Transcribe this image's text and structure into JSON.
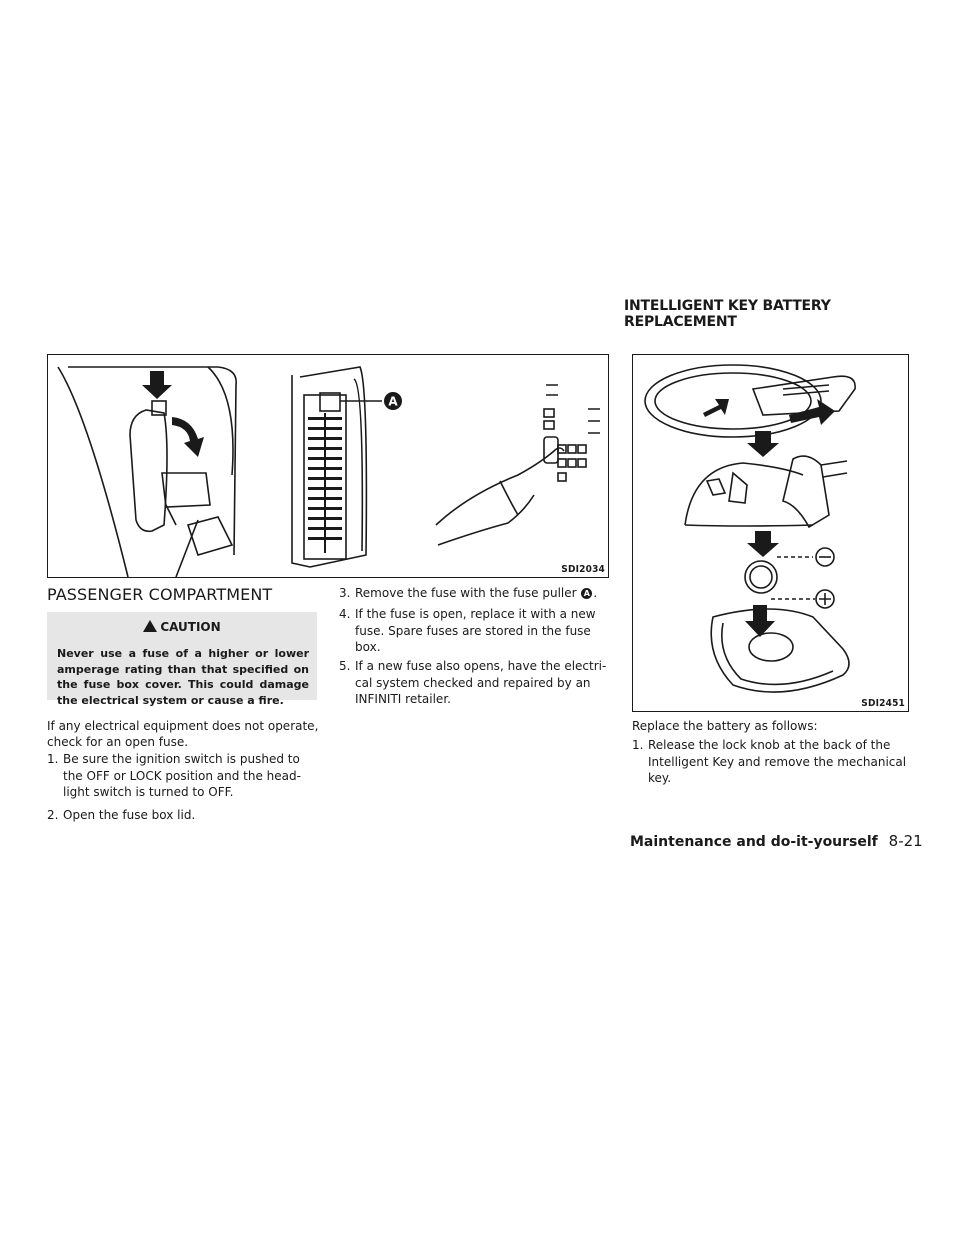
{
  "page": {
    "section_title": "INTELLIGENT KEY BATTERY REPLACEMENT",
    "footer_chapter": "Maintenance and do-it-yourself",
    "footer_page": "8-21"
  },
  "figures": {
    "fuse_box": {
      "code": "SDI2034",
      "callout": "A"
    },
    "key_battery": {
      "code": "SDI2451",
      "minus": "−",
      "plus": "+"
    }
  },
  "passenger": {
    "heading": "PASSENGER COMPARTMENT",
    "caution_label": "CAUTION",
    "caution_text": "Never use a fuse of a higher or lower amperage rating than that specified on the fuse box cover. This could damage the electrical system or cause a fire.",
    "intro": "If any electrical equipment does not operate, check for an open fuse.",
    "steps": [
      {
        "num": "1.",
        "text": "Be sure the ignition switch is pushed to the OFF or LOCK position and the head-light switch is turned to OFF."
      },
      {
        "num": "2.",
        "text": "Open the fuse box lid."
      },
      {
        "num": "3.",
        "text_before": "Remove the fuse with the fuse puller",
        "ref": "A",
        "text_after": "."
      },
      {
        "num": "4.",
        "text": "If the fuse is open, replace it with a new fuse. Spare fuses are stored in the fuse box."
      },
      {
        "num": "5.",
        "text": "If a new fuse also opens, have the electri-cal system checked and repaired by an INFINITI retailer."
      }
    ]
  },
  "battery": {
    "intro": "Replace the battery as follows:",
    "steps": [
      {
        "num": "1.",
        "text": "Release the lock knob at the back of the Intelligent Key and remove the mechanical key."
      }
    ]
  }
}
